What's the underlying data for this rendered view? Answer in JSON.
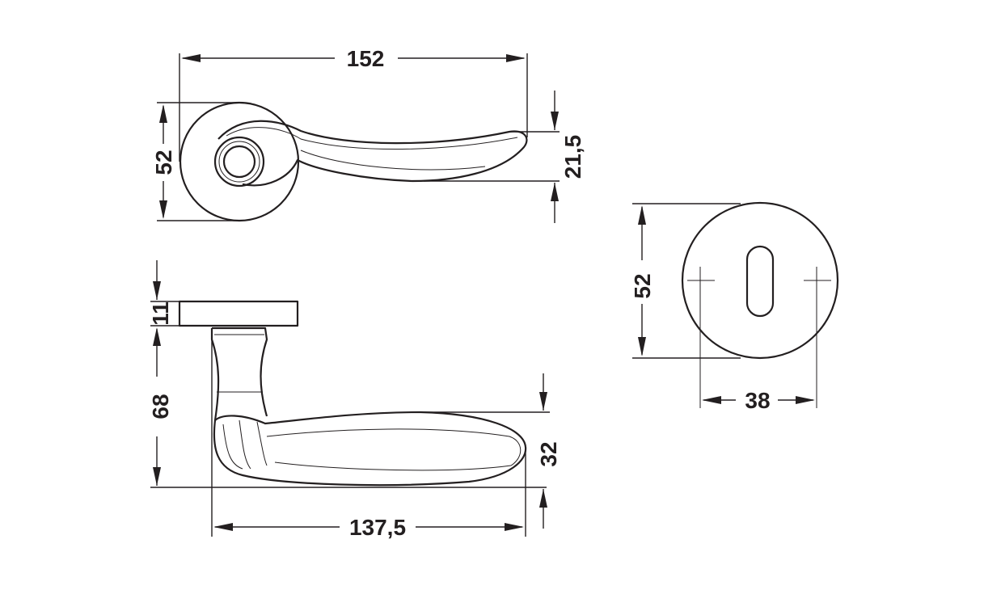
{
  "dimensions": {
    "top_view": {
      "overall_length": "152",
      "rose_diameter": "52",
      "lever_height": "21,5"
    },
    "side_view": {
      "rose_thickness": "11",
      "projection": "68",
      "lever_depth": "32",
      "lever_length": "137,5"
    },
    "escutcheon": {
      "diameter": "52",
      "hole_spacing": "38"
    }
  },
  "colors": {
    "line": "#231f20",
    "background": "#ffffff"
  }
}
